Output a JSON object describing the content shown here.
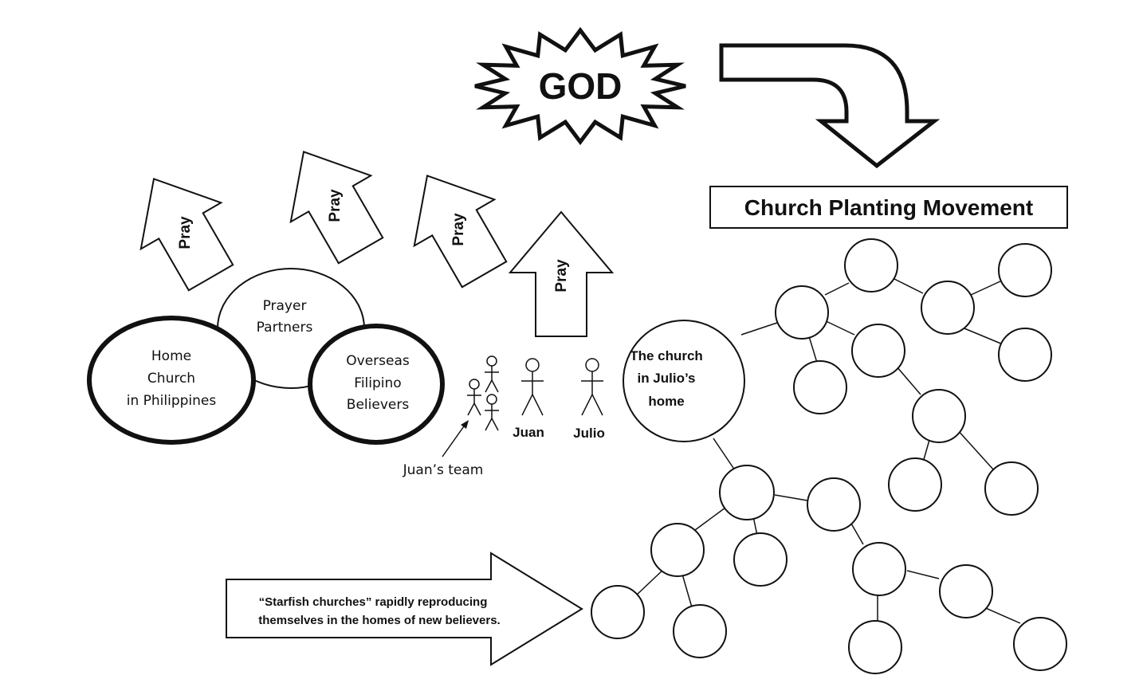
{
  "god": {
    "label": "GOD"
  },
  "title": {
    "label": "Church Planting Movement"
  },
  "pray_arrows": [
    {
      "label": "Pray"
    },
    {
      "label": "Pray"
    },
    {
      "label": "Pray"
    },
    {
      "label": "Pray"
    }
  ],
  "circles": {
    "prayer_partners": [
      "Prayer",
      "Partners"
    ],
    "home_church": [
      "Home",
      "Church",
      "in Philippines"
    ],
    "overseas": [
      "Overseas",
      "Filipino",
      "Believers"
    ],
    "julio_church": [
      "The church",
      "in Julio’s",
      "home"
    ]
  },
  "people": {
    "juan": "Juan",
    "julio": "Julio",
    "team": "Juan’s team"
  },
  "starfish": {
    "line1": "“Starfish churches” rapidly reproducing",
    "line2": "themselves in the homes of new believers."
  },
  "colors": {
    "ink": "#111111",
    "background": "#ffffff"
  }
}
